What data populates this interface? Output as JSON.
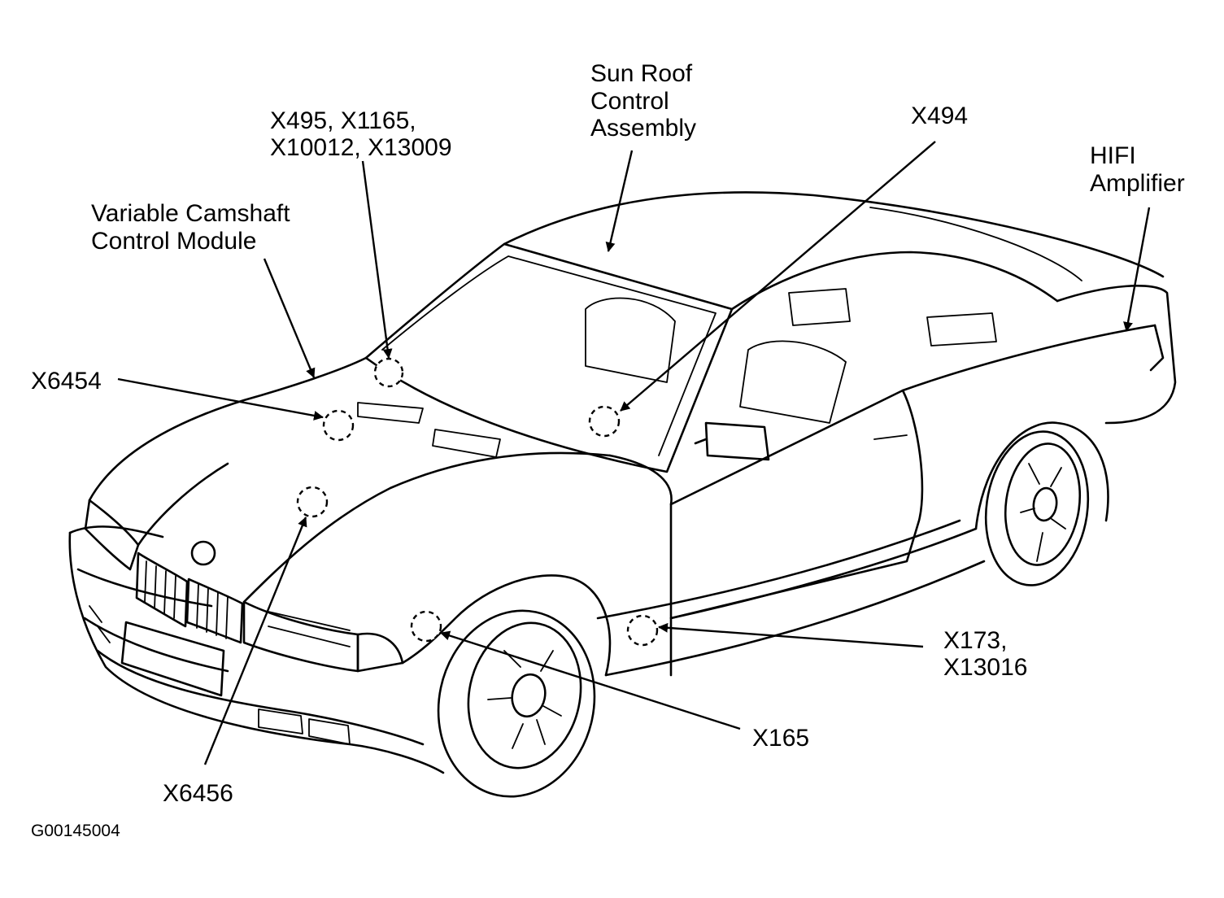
{
  "figure_id": "G00145004",
  "callouts": {
    "variable_camshaft": {
      "lines": [
        "Variable Camshaft",
        "Control Module"
      ]
    },
    "x495": {
      "lines": [
        "X495, X1165,",
        "X10012, X13009"
      ]
    },
    "sun_roof": {
      "lines": [
        "Sun Roof",
        "Control",
        "Assembly"
      ]
    },
    "x494": {
      "lines": [
        "X494"
      ]
    },
    "hifi": {
      "lines": [
        "HIFI",
        "Amplifier"
      ]
    },
    "x6454": {
      "lines": [
        "X6454"
      ]
    },
    "x173": {
      "lines": [
        "X173,",
        "X13016"
      ]
    },
    "x165": {
      "lines": [
        "X165"
      ]
    },
    "x6456": {
      "lines": [
        "X6456"
      ]
    }
  }
}
